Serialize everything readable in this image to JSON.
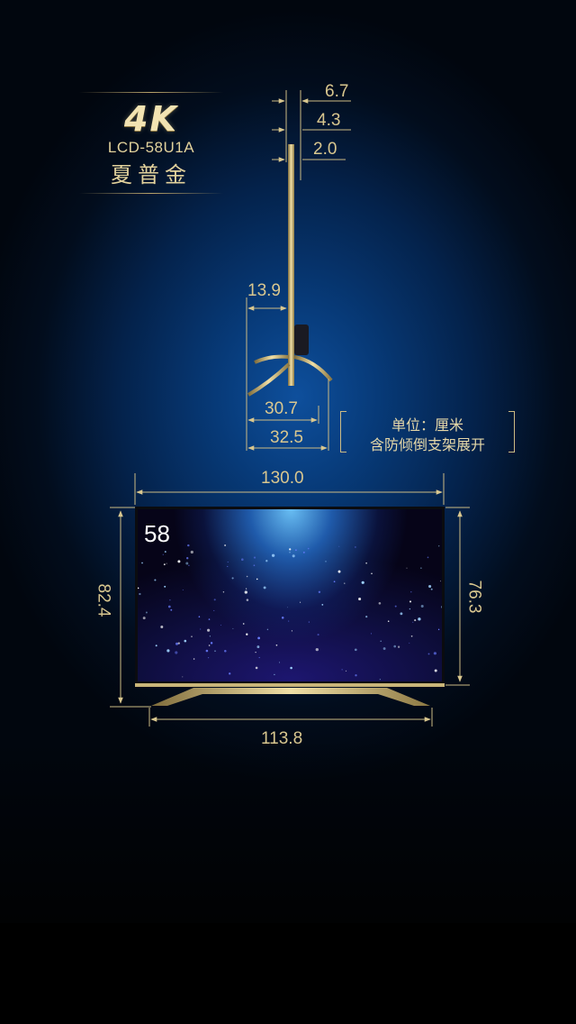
{
  "logo": {
    "badge": "4K",
    "model": "LCD-58U1A",
    "name": "夏普金"
  },
  "side_view": {
    "depth_top": "6.7",
    "depth_mid": "4.3",
    "depth_panel": "2.0",
    "stand_offset": "13.9",
    "stand_inner": "30.7",
    "stand_outer": "32.5"
  },
  "unit_note": {
    "line1": "单位：厘米",
    "line2": "含防倾倒支架展开"
  },
  "front_view": {
    "width": "130.0",
    "height_total": "82.4",
    "height_screen": "76.3",
    "stand_width": "113.8",
    "screen_size": "58"
  },
  "colors": {
    "gold": "#d9c78f",
    "background": "#04224b"
  }
}
